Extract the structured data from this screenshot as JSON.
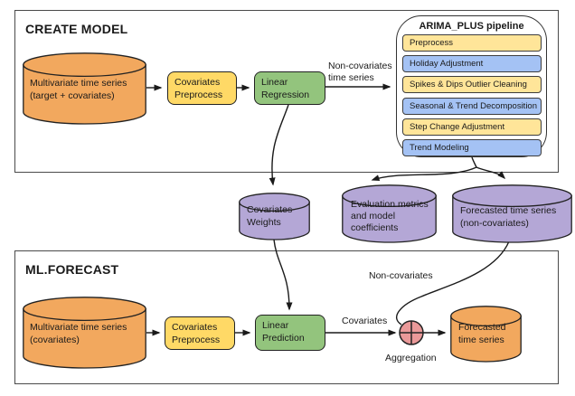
{
  "palette": {
    "orange": "#F2A85E",
    "yellow": "#FFD966",
    "pale_yellow": "#FFE599",
    "green": "#93C47D",
    "blue": "#A4C2F4",
    "purple": "#B4A7D6",
    "red": "#EA9999",
    "ink": "#1a1a1a"
  },
  "create_model": {
    "title": "CREATE MODEL",
    "source_db": "Multivariate time series\n(target + covariates)",
    "preprocess_box": "Covariates\nPreprocess",
    "regression_box": "Linear\nRegression",
    "edge_label": "Non-covariates\ntime series",
    "pipeline": {
      "title": "ARIMA_PLUS pipeline",
      "steps": [
        {
          "label": "Preprocess"
        },
        {
          "label": "Holiday Adjustment"
        },
        {
          "label": "Spikes & Dips Outlier Cleaning"
        },
        {
          "label": "Seasonal & Trend Decomposition"
        },
        {
          "label": "Step Change Adjustment"
        },
        {
          "label": "Trend Modeling"
        }
      ]
    }
  },
  "artifacts": {
    "covariates_weights_db": "Covariates\nWeights",
    "evaluation_db": "Evaluation metrics\nand model\ncoefficients",
    "forecasted_noncov_db": "Forecasted time series\n(non-covariates)"
  },
  "ml_forecast": {
    "title": "ML.FORECAST",
    "source_db": "Multivariate time series\n(covariates)",
    "preprocess_box": "Covariates\nPreprocess",
    "prediction_box": "Linear\nPrediction",
    "covariates_edge_label": "Covariates",
    "noncovariates_edge_label": "Non-covariates",
    "aggregation_label": "Aggregation",
    "output_db": "Forecasted\ntime series"
  }
}
